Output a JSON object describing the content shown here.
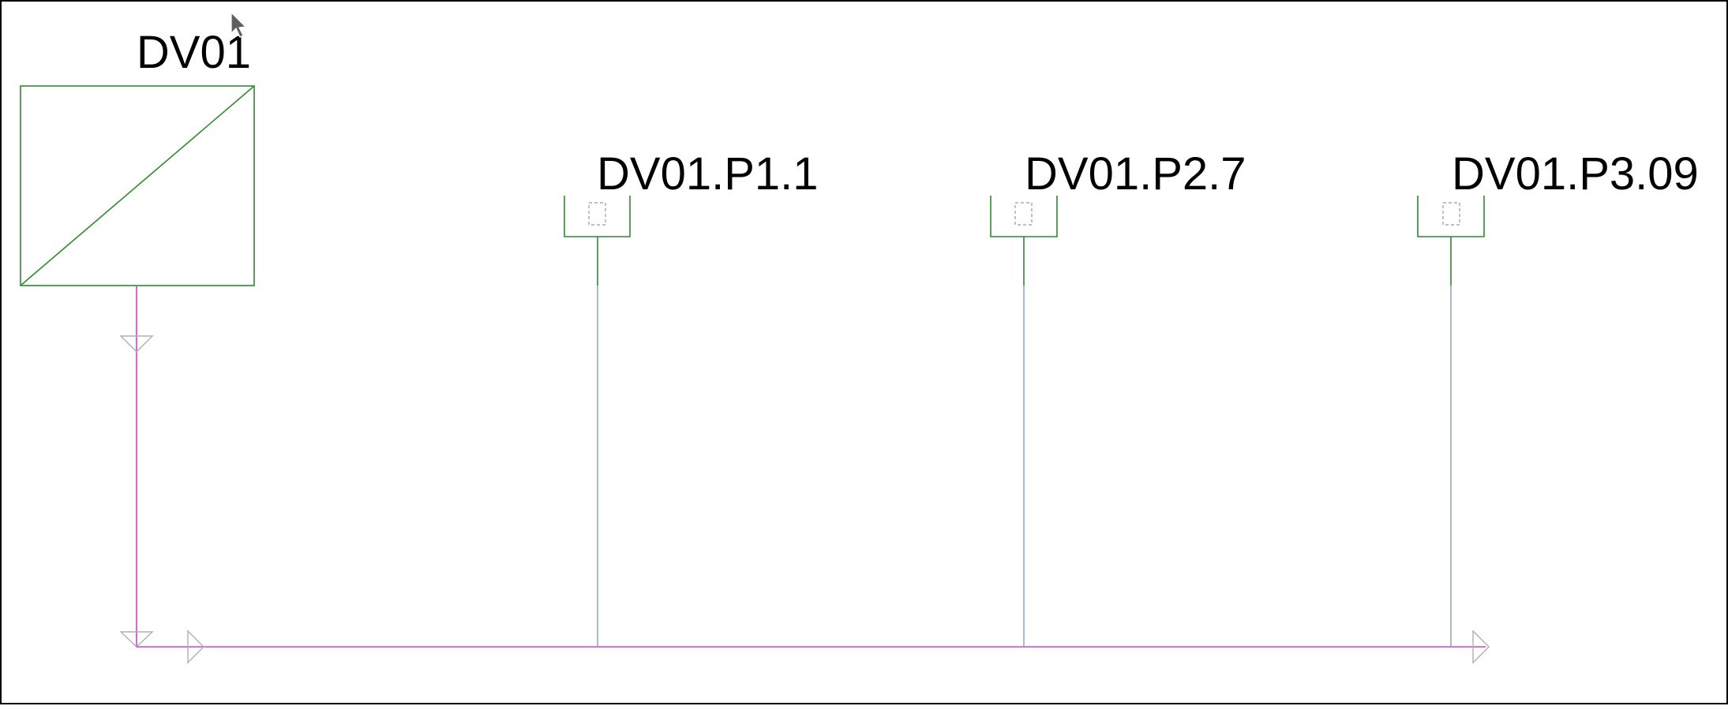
{
  "diagram": {
    "main_device": {
      "label": "DV01"
    },
    "points": [
      {
        "label": "DV01.P1.1"
      },
      {
        "label": "DV01.P2.7"
      },
      {
        "label": "DV01.P3.09"
      }
    ],
    "colors": {
      "device": "#2e8b2e",
      "bus": "#d040d0",
      "drop": "#8fa8c8",
      "arrow": "#b0b0b0",
      "placeholder": "#9a9a9a",
      "frame": "#000000"
    }
  }
}
